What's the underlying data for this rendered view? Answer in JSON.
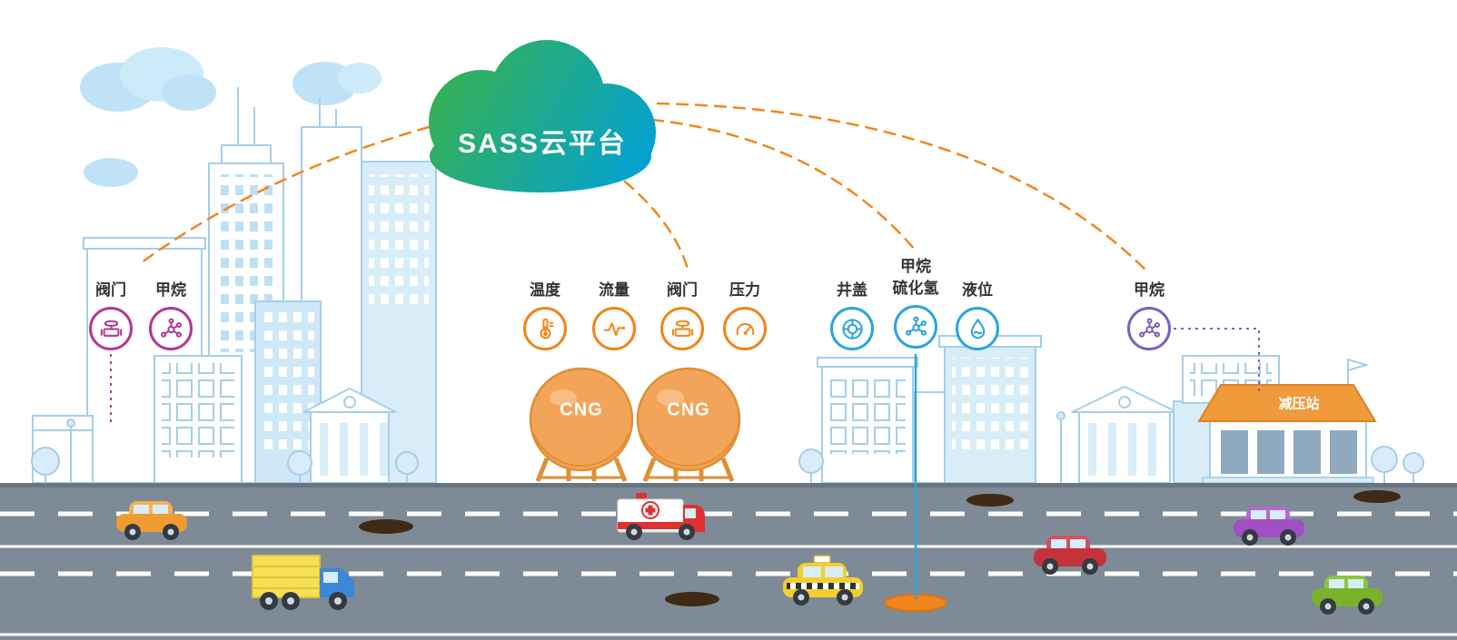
{
  "cloud": {
    "label": "SASS云平台"
  },
  "sensor_groups": [
    {
      "name": "city-pipeline",
      "color": "#b03a8e",
      "sensors": [
        {
          "label": "阀门",
          "icon": "valve-icon"
        },
        {
          "label": "甲烷",
          "icon": "methane-molecule-icon"
        }
      ]
    },
    {
      "name": "cng-storage-station",
      "color": "#f08519",
      "sensors": [
        {
          "label": "温度",
          "icon": "thermometer-icon"
        },
        {
          "label": "流量",
          "icon": "flow-wave-icon"
        },
        {
          "label": "阀门",
          "icon": "valve-icon"
        },
        {
          "label": "压力",
          "icon": "pressure-gauge-icon"
        }
      ]
    },
    {
      "name": "manhole-monitoring",
      "color": "#29a5de",
      "sensors": [
        {
          "label": "井盖",
          "icon": "manhole-cover-icon"
        },
        {
          "label": "甲烷",
          "label2": "硫化氢",
          "icon": "gas-molecule-icon"
        },
        {
          "label": "液位",
          "icon": "liquid-level-icon"
        }
      ]
    },
    {
      "name": "pressure-reduction-station",
      "color": "#7b5fc0",
      "sensors": [
        {
          "label": "甲烷",
          "icon": "methane-molecule-icon"
        }
      ]
    }
  ],
  "tanks": {
    "labels": [
      "CNG",
      "CNG"
    ]
  },
  "station": {
    "label": "减压站"
  },
  "colors": {
    "cloud_green": "#3bb24a",
    "cloud_blue": "#00a0d8",
    "link_orange": "#f0871c",
    "group_magenta": "#b03a8e",
    "group_orange": "#f08519",
    "group_blue": "#29a5de",
    "group_purple": "#7b5fc0",
    "tank_orange": "#f2a558",
    "road_gray": "#7e8a95"
  }
}
